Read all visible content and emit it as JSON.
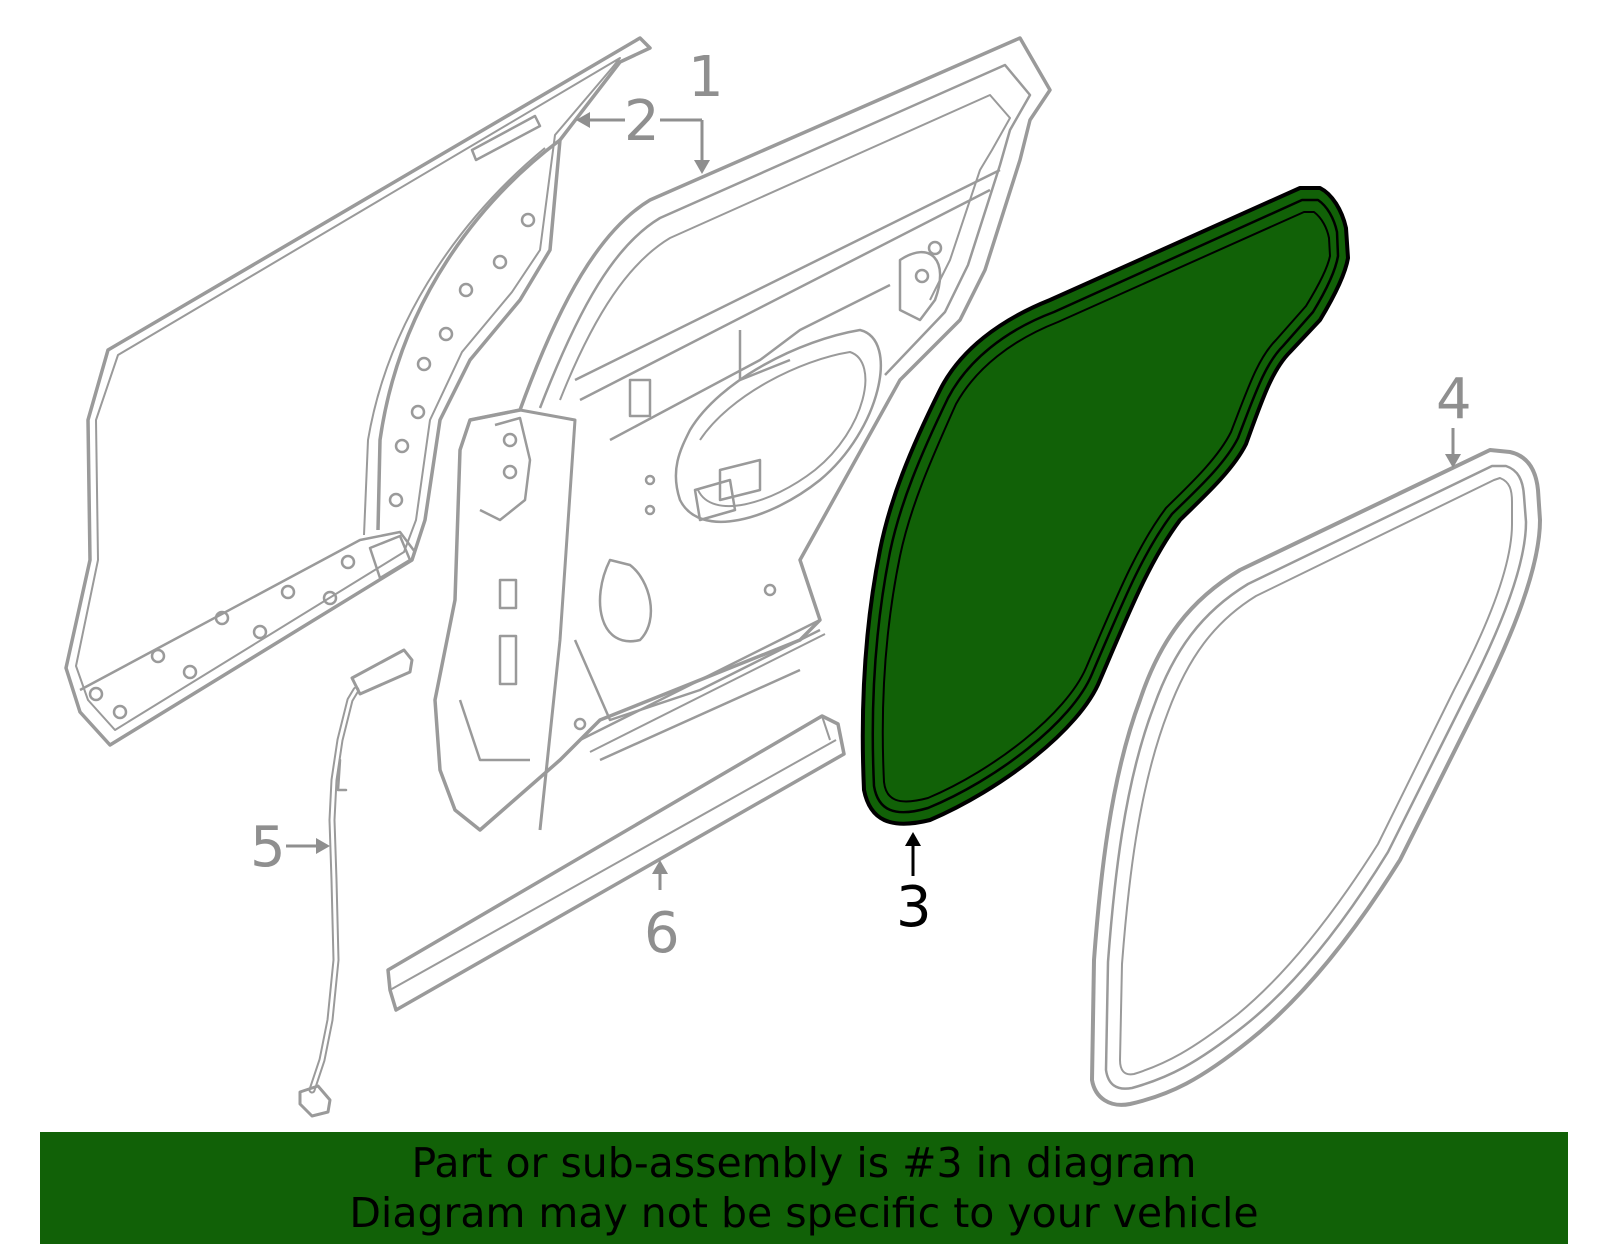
{
  "colors": {
    "part_line": "#9a9a9a",
    "highlight_fill": "#116107",
    "highlight_stroke": "#000000",
    "callout_gray": "#8f8f8f",
    "callout_active": "#000000",
    "banner_bg": "#116107",
    "banner_text": "#000000"
  },
  "callouts": {
    "c1": "1",
    "c2": "2",
    "c3": "3",
    "c4": "4",
    "c5": "5",
    "c6": "6"
  },
  "highlighted_part": "3",
  "banner": {
    "line1": "Part or sub-assembly is #3 in diagram",
    "line2": "Diagram may not be specific to your vehicle"
  }
}
